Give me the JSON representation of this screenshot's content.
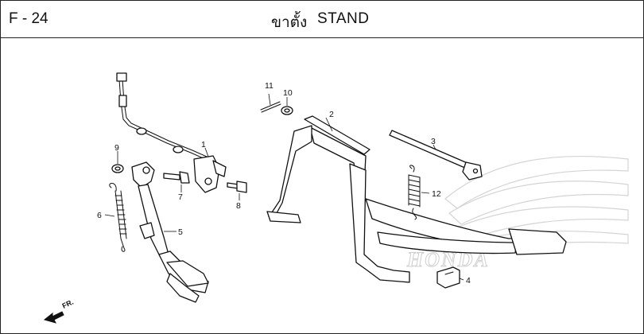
{
  "header": {
    "page_code": "F - 24",
    "title_thai": "ขาตั้ง",
    "title_en": "STAND"
  },
  "callouts": [
    "1",
    "2",
    "3",
    "4",
    "5",
    "6",
    "7",
    "8",
    "9",
    "10",
    "11",
    "12"
  ],
  "direction_marker": "FR.",
  "watermark": {
    "brand_text": "HONDA",
    "color": "#cfcfcf"
  },
  "colors": {
    "line": "#111111",
    "background": "#ffffff"
  }
}
